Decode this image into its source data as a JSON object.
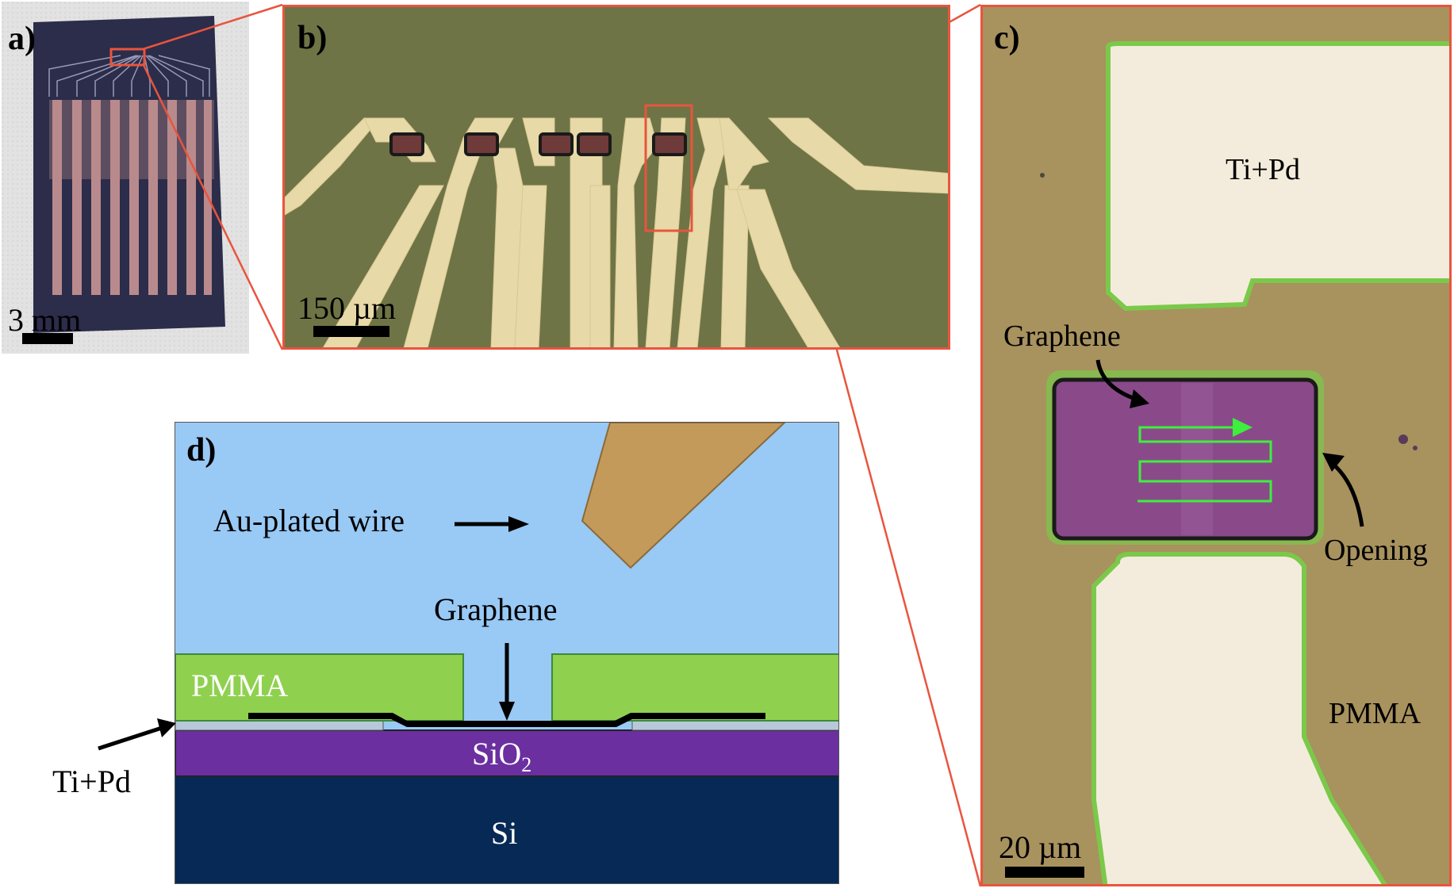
{
  "panels": {
    "a": {
      "label": "a)",
      "scale": "3 mm"
    },
    "b": {
      "label": "b)",
      "scale": "150 µm"
    },
    "c": {
      "label": "c)",
      "scale": "20 µm",
      "texts": {
        "tipd": "Ti+Pd",
        "graphene": "Graphene",
        "opening": "Opening",
        "pmma": "PMMA"
      }
    },
    "d": {
      "label": "d)",
      "texts": {
        "wire": "Au-plated wire",
        "graphene": "Graphene",
        "pmma": "PMMA",
        "tipd": "Ti+Pd",
        "sio2_main": "SiO",
        "sio2_sub": "2",
        "si": "Si"
      }
    }
  },
  "colors": {
    "highlight": "#e8553e",
    "chip_dark": "#2b2d4a",
    "gold": "#e8d9a8",
    "olive": "#6e7445",
    "pmma_optical": "#a8925e",
    "graphene_optical": "#8a4a8a",
    "green_path": "#3cf03c",
    "pmma": "#8fd14f",
    "water": "#99c9f5",
    "sio2": "#6b2fa0",
    "si": "#062a55",
    "wire": "#c49a5a",
    "tipd_layer": "#b7c9d9"
  }
}
